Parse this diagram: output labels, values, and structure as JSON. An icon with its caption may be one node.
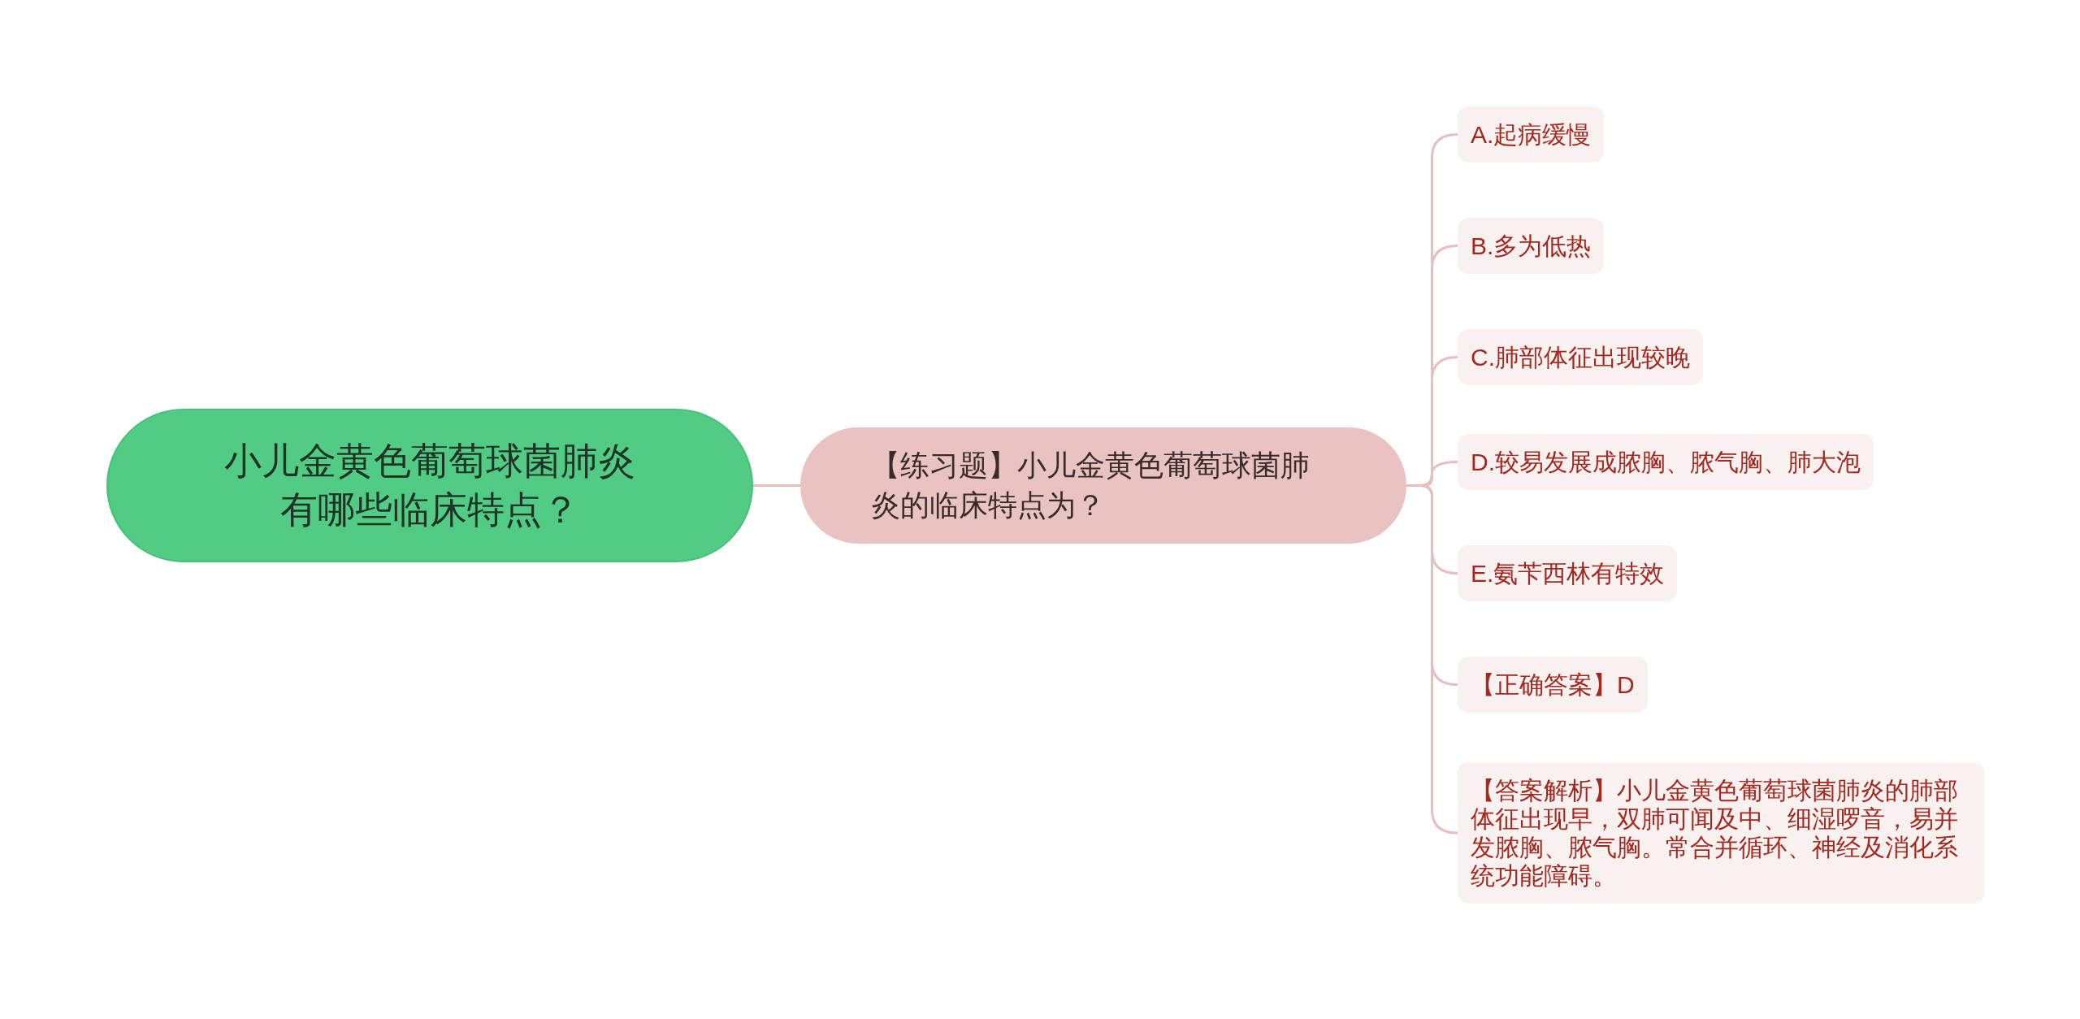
{
  "diagram": {
    "nodes": [
      {
        "text": [
          "小儿金黄色葡萄球菌肺炎有哪些临床特点？"
        ]
      },
      {
        "text": [
          "【练习题】小儿金黄色葡萄球菌肺炎的临床特点为？"
        ]
      },
      {
        "text": [
          "A.起病缓慢"
        ]
      },
      {
        "text": [
          "B.多为低热"
        ]
      },
      {
        "text": [
          "C.肺部体征出现较晚"
        ]
      },
      {
        "text": [
          "D.较易发展成脓胸、脓气胸、肺大泡"
        ]
      },
      {
        "text": [
          "E.氨苄西林有特效"
        ]
      },
      {
        "text": [
          "【正确答案】D"
        ]
      },
      {
        "text": [
          "【答案解析】小儿金黄色葡萄球菌肺炎的肺部体征出现早，双肺可闻及中、细湿啰音，易并发脓胸、脓气胸。常合并循环、神经及消化系统功能障碍。"
        ]
      }
    ],
    "edges": [
      {
        "from": 0,
        "to": 1,
        "arrow": "none"
      },
      {
        "from": 1,
        "to": 2,
        "arrow": "none"
      },
      {
        "from": 1,
        "to": 3,
        "arrow": "none"
      },
      {
        "from": 1,
        "to": 4,
        "arrow": "none"
      },
      {
        "from": 1,
        "to": 5,
        "arrow": "none"
      },
      {
        "from": 1,
        "to": 6,
        "arrow": "none"
      },
      {
        "from": 1,
        "to": 7,
        "arrow": "none"
      },
      {
        "from": 1,
        "to": 8,
        "arrow": "none"
      }
    ]
  }
}
